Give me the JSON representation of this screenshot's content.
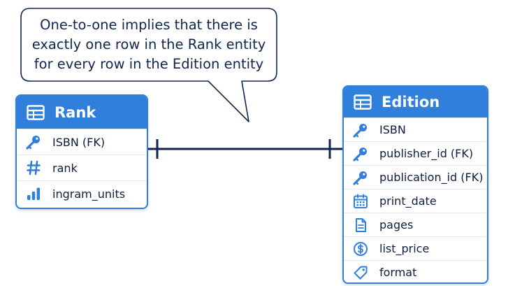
{
  "callout": {
    "lines": [
      "One-to-one implies that there is",
      "exactly one row in the Rank entity",
      "for every row in the Edition entity"
    ]
  },
  "colors": {
    "accent": "#2f7fdb",
    "text": "#0e1e3c",
    "line": "#10254a"
  },
  "rank": {
    "title": "Rank",
    "fields": [
      {
        "label": "ISBN (FK)",
        "icon": "key-icon"
      },
      {
        "label": "rank",
        "icon": "hash-icon"
      },
      {
        "label": "ingram_units",
        "icon": "bar-chart-icon"
      }
    ]
  },
  "edition": {
    "title": "Edition",
    "fields": [
      {
        "label": "ISBN",
        "icon": "key-icon"
      },
      {
        "label": "publisher_id (FK)",
        "icon": "key-icon"
      },
      {
        "label": "publication_id (FK)",
        "icon": "key-icon"
      },
      {
        "label": "print_date",
        "icon": "calendar-icon"
      },
      {
        "label": "pages",
        "icon": "document-icon"
      },
      {
        "label": "list_price",
        "icon": "dollar-icon"
      },
      {
        "label": "format",
        "icon": "tag-icon"
      }
    ]
  },
  "relationship": {
    "type": "one-to-one",
    "from": "Rank",
    "to": "Edition"
  }
}
